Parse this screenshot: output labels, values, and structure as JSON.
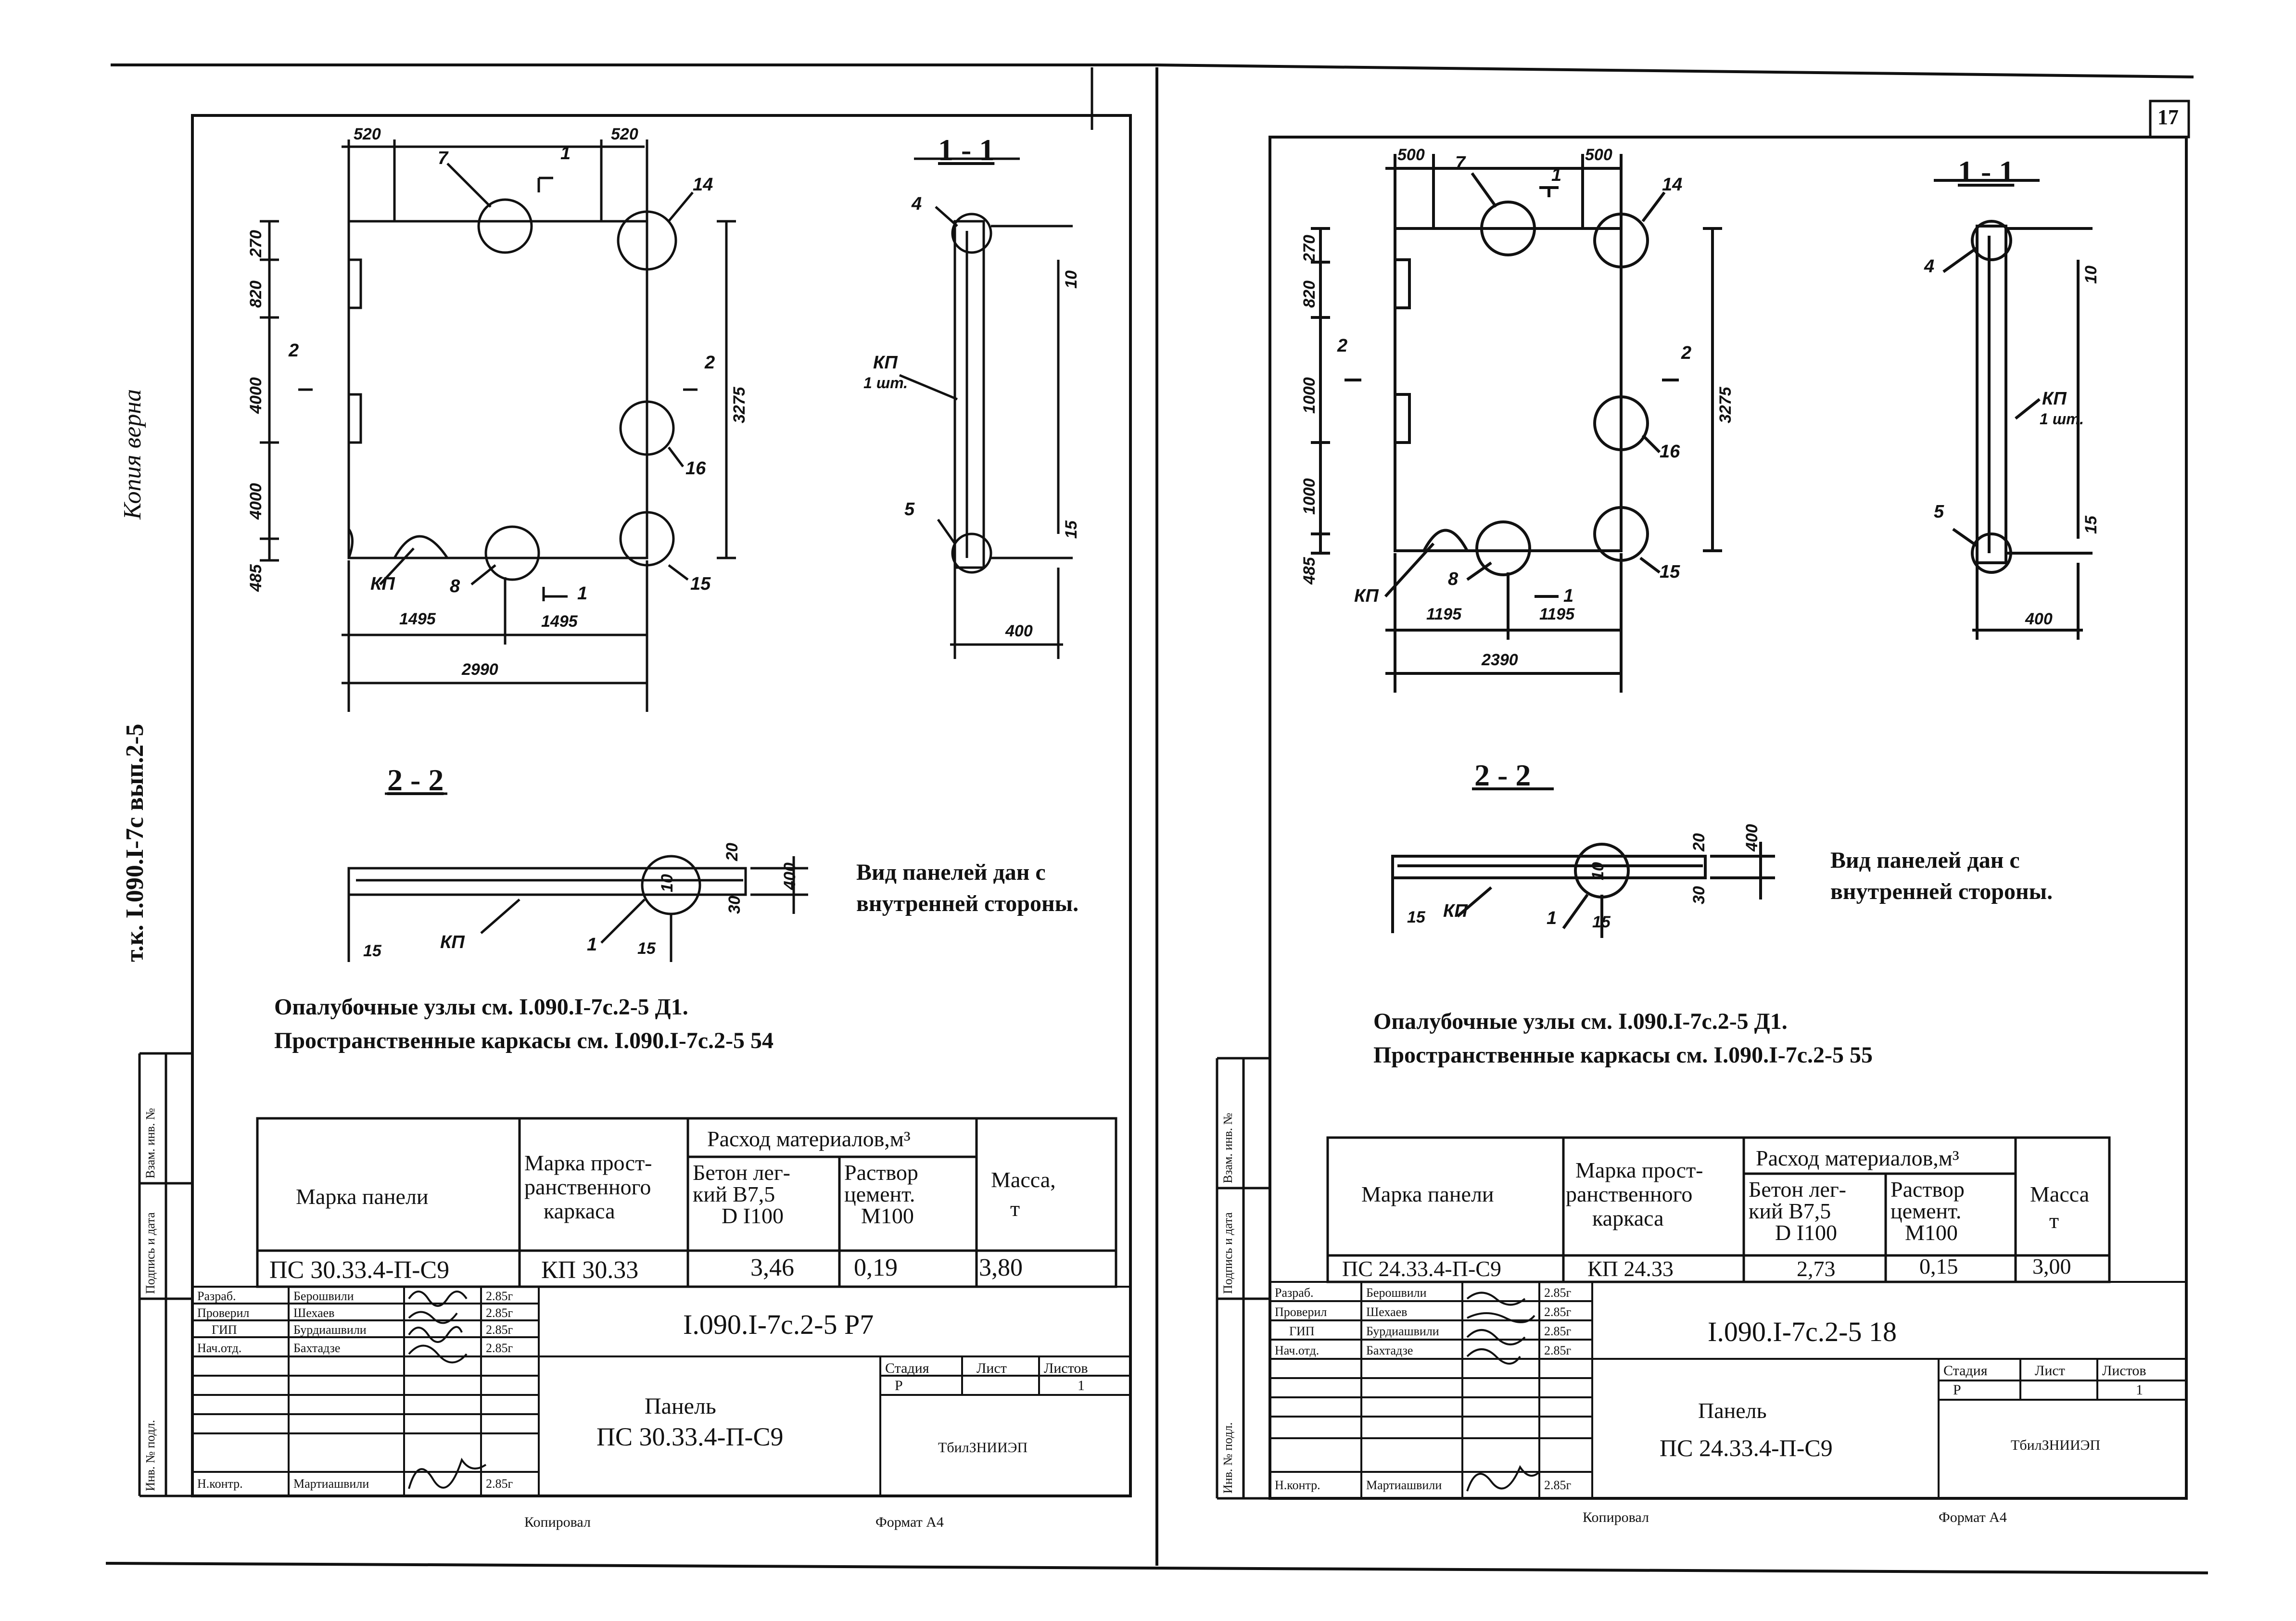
{
  "left_sheet": {
    "side_margin_text": "т.к. I.090.I-7с вып.2-5",
    "side_handwriting": "Копия верна",
    "inventory_labels": [
      "Инв. № подл.",
      "Подпись и дата",
      "Взам. инв. №"
    ],
    "plan_dims": {
      "top_left": "520",
      "top_right": "520",
      "h1": "270",
      "h2": "820",
      "h3": "4000",
      "h4": "4000",
      "h5": "485",
      "right_total": "3275",
      "bottom_a": "1495",
      "bottom_b": "1495",
      "bottom_total": "2990"
    },
    "plan_labels": {
      "n7": "7",
      "n14": "14",
      "n16": "16",
      "n15": "15",
      "n8": "8",
      "kp": "КП",
      "cut1": "1",
      "cut2": "2",
      "cut1b": "1",
      "cut2b": "2"
    },
    "section_1_1": {
      "title": "1 - 1",
      "n4": "4",
      "n5": "5",
      "kp": "КП",
      "kp_qty": "1 шт.",
      "d10": "10",
      "d15": "15",
      "d400": "400"
    },
    "section_2_2": {
      "title": "2 - 2",
      "kp": "КП",
      "n1": "1",
      "d15a": "15",
      "d15b": "15",
      "d20": "20",
      "d30": "30",
      "d400": "400",
      "d10": "10"
    },
    "view_note": [
      "Вид панелей дан с",
      "внутренней стороны."
    ],
    "notes": [
      "Опалубочные узлы см. I.090.I-7с.2-5 Д1.",
      "Пространственные каркасы см. I.090.I-7с.2-5 54"
    ],
    "table": {
      "h_mark": "Марка панели",
      "h_frame": [
        "Марка прост-",
        "ранственного",
        "каркаса"
      ],
      "h_materials": "Расход материалов,м³",
      "h_concrete": [
        "Бетон лег-",
        "кий В7,5",
        "D I100"
      ],
      "h_mortar": [
        "Раствор",
        "цемент.",
        "М100"
      ],
      "h_mass": [
        "Масса,",
        "т"
      ],
      "row": {
        "mark": "ПС 30.33.4-П-С9",
        "frame": "КП 30.33",
        "concrete": "3,46",
        "mortar": "0,19",
        "mass": "3,80"
      }
    },
    "stamp": {
      "roles": [
        "Разраб.",
        "Проверил",
        "ГИП",
        "Нач.отд.",
        "",
        "",
        "Н.контр."
      ],
      "names": [
        "Берошвили",
        "Шехаев",
        "Бурдиашвили",
        "Бахтадзе",
        "",
        "",
        "Мартиашвили"
      ],
      "dates": [
        "2.85г",
        "2.85г",
        "2.85г",
        "2.85г",
        "",
        "",
        "2.85г"
      ],
      "code": "I.090.I-7с.2-5 Р7",
      "title": [
        "Панель",
        "ПС 30.33.4-П-С9"
      ],
      "stage_h": "Стадия",
      "sheet_h": "Лист",
      "sheets_h": "Листов",
      "stage": "Р",
      "sheet": "",
      "sheets": "1",
      "org": "ТбилЗНИИЭП"
    },
    "footer_left": "Копировал",
    "footer_right": "Формат А4"
  },
  "right_sheet": {
    "page_number": "17",
    "inventory_labels": [
      "Инв. № подл.",
      "Подпись и дата",
      "Взам. инв. №"
    ],
    "plan_dims": {
      "top_left": "500",
      "top_right": "500",
      "h1": "270",
      "h2": "820",
      "h3": "1000",
      "h4": "1000",
      "h5": "485",
      "right_total": "3275",
      "bottom_a": "1195",
      "bottom_b": "1195",
      "bottom_total": "2390"
    },
    "plan_labels": {
      "n7": "7",
      "n14": "14",
      "n16": "16",
      "n15": "15",
      "n8": "8",
      "kp": "КП",
      "cut1": "1",
      "cut2": "2",
      "cut1b": "1",
      "cut2b": "2"
    },
    "section_1_1": {
      "title": "1 - 1",
      "n4": "4",
      "n5": "5",
      "kp": "КП",
      "kp_qty": "1 шт.",
      "d10": "10",
      "d15": "15",
      "d400": "400"
    },
    "section_2_2": {
      "title": "2 - 2",
      "kp": "КП",
      "n1": "1",
      "d15a": "15",
      "d15b": "15",
      "d20": "20",
      "d30": "30",
      "d400": "400",
      "d10": "10"
    },
    "view_note": [
      "Вид панелей дан с",
      "внутренней стороны."
    ],
    "notes": [
      "Опалубочные узлы см. I.090.I-7с.2-5 Д1.",
      "Пространственные каркасы см. I.090.I-7с.2-5 55"
    ],
    "table": {
      "h_mark": "Марка панели",
      "h_frame": [
        "Марка прост-",
        "ранственного",
        "каркаса"
      ],
      "h_materials": "Расход материалов,м³",
      "h_concrete": [
        "Бетон лег-",
        "кий В7,5",
        "D I100"
      ],
      "h_mortar": [
        "Раствор",
        "цемент.",
        "М100"
      ],
      "h_mass": [
        "Масса",
        "т"
      ],
      "row": {
        "mark": "ПС 24.33.4-П-С9",
        "frame": "КП 24.33",
        "concrete": "2,73",
        "mortar": "0,15",
        "mass": "3,00"
      }
    },
    "stamp": {
      "roles": [
        "Разраб.",
        "Проверил",
        "ГИП",
        "Нач.отд.",
        "",
        "",
        "Н.контр."
      ],
      "names": [
        "Берошвили",
        "Шехаев",
        "Бурдиашвили",
        "Бахтадзе",
        "",
        "",
        "Мартиашвили"
      ],
      "dates": [
        "2.85г",
        "2.85г",
        "2.85г",
        "2.85г",
        "",
        "",
        "2.85г"
      ],
      "code": "I.090.I-7с.2-5 18",
      "title": [
        "Панель",
        "ПС 24.33.4-П-С9"
      ],
      "stage_h": "Стадия",
      "sheet_h": "Лист",
      "sheets_h": "Листов",
      "stage": "Р",
      "sheet": "",
      "sheets": "1",
      "org": "ТбилЗНИИЭП"
    },
    "footer_left": "Копировал",
    "footer_right": "Формат А4"
  }
}
